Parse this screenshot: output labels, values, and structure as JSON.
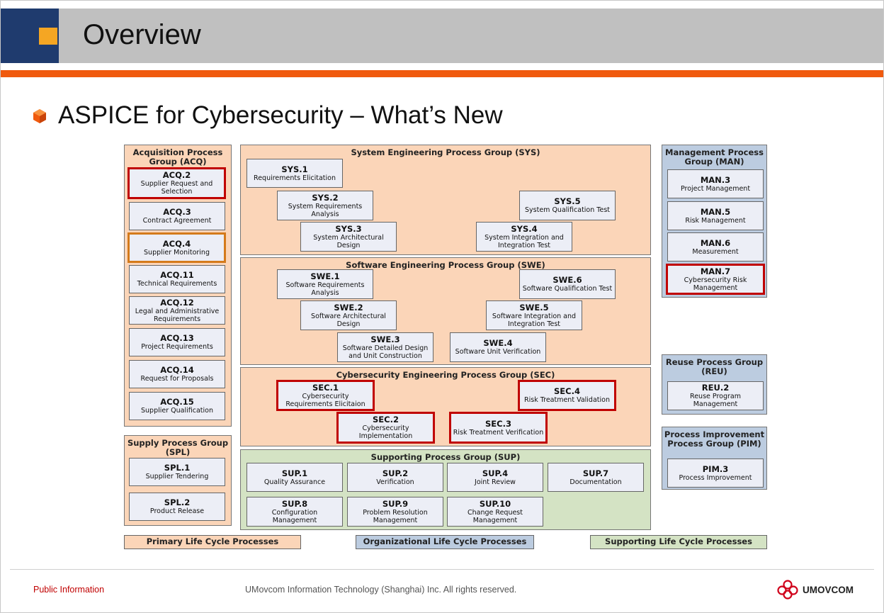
{
  "header": {
    "title": "Overview"
  },
  "subtitle": "ASPICE for Cybersecurity – What’s New",
  "groups": {
    "acq": {
      "title": "Acquisition Process Group (ACQ)",
      "items": [
        {
          "code": "ACQ.2",
          "name": "Supplier Request and Selection"
        },
        {
          "code": "ACQ.3",
          "name": "Contract Agreement"
        },
        {
          "code": "ACQ.4",
          "name": "Supplier Monitoring"
        },
        {
          "code": "ACQ.11",
          "name": "Technical Requirements"
        },
        {
          "code": "ACQ.12",
          "name": "Legal and Administrative Requirements"
        },
        {
          "code": "ACQ.13",
          "name": "Project Requirements"
        },
        {
          "code": "ACQ.14",
          "name": "Request for Proposals"
        },
        {
          "code": "ACQ.15",
          "name": "Supplier Qualification"
        }
      ]
    },
    "spl": {
      "title": "Supply Process Group (SPL)",
      "items": [
        {
          "code": "SPL.1",
          "name": "Supplier Tendering"
        },
        {
          "code": "SPL.2",
          "name": "Product Release"
        }
      ]
    },
    "sys": {
      "title": "System Engineering Process Group (SYS)",
      "items": [
        {
          "code": "SYS.1",
          "name": "Requirements Elicitation"
        },
        {
          "code": "SYS.2",
          "name": "System Requirements Analysis"
        },
        {
          "code": "SYS.3",
          "name": "System Architectural Design"
        },
        {
          "code": "SYS.4",
          "name": "System Integration and Integration Test"
        },
        {
          "code": "SYS.5",
          "name": "System Qualification Test"
        }
      ]
    },
    "swe": {
      "title": "Software Engineering Process Group (SWE)",
      "items": [
        {
          "code": "SWE.1",
          "name": "Software Requirements Analysis"
        },
        {
          "code": "SWE.2",
          "name": "Software Architectural Design"
        },
        {
          "code": "SWE.3",
          "name": "Software Detailed Design and Unit Construction"
        },
        {
          "code": "SWE.4",
          "name": "Software Unit Verification"
        },
        {
          "code": "SWE.5",
          "name": "Software Integration and Integration Test"
        },
        {
          "code": "SWE.6",
          "name": "Software Qualification Test"
        }
      ]
    },
    "sec": {
      "title": "Cybersecurity Engineering Process Group (SEC)",
      "items": [
        {
          "code": "SEC.1",
          "name": "Cybersecurity Requirements Elicitaion"
        },
        {
          "code": "SEC.2",
          "name": "Cybersecurity Implementation"
        },
        {
          "code": "SEC.3",
          "name": "Risk Treatment Verification"
        },
        {
          "code": "SEC.4",
          "name": "Risk Treatment Validation"
        }
      ]
    },
    "sup": {
      "title": "Supporting Process Group (SUP)",
      "items": [
        {
          "code": "SUP.1",
          "name": "Quality Assurance"
        },
        {
          "code": "SUP.2",
          "name": "Verification"
        },
        {
          "code": "SUP.4",
          "name": "Joint Review"
        },
        {
          "code": "SUP.7",
          "name": "Documentation"
        },
        {
          "code": "SUP.8",
          "name": "Configuration Management"
        },
        {
          "code": "SUP.9",
          "name": "Problem Resolution Management"
        },
        {
          "code": "SUP.10",
          "name": "Change Request Management"
        }
      ]
    },
    "man": {
      "title": "Management Process Group (MAN)",
      "items": [
        {
          "code": "MAN.3",
          "name": "Project Management"
        },
        {
          "code": "MAN.5",
          "name": "Risk Management"
        },
        {
          "code": "MAN.6",
          "name": "Measurement"
        },
        {
          "code": "MAN.7",
          "name": "Cybersecurity Risk Management"
        }
      ]
    },
    "reu": {
      "title": "Reuse Process Group (REU)",
      "items": [
        {
          "code": "REU.2",
          "name": "Reuse Program Management"
        }
      ]
    },
    "pim": {
      "title": "Process Improvement Process Group (PIM)",
      "items": [
        {
          "code": "PIM.3",
          "name": "Process Improvement"
        }
      ]
    }
  },
  "legend": {
    "primary": "Primary Life Cycle Processes",
    "organizational": "Organizational Life Cycle Processes",
    "supporting": "Supporting Life Cycle Processes"
  },
  "colors": {
    "primary_bg": "#fbd5b8",
    "organizational_bg": "#bccce0",
    "supporting_bg": "#d4e3c4",
    "new_highlight": "#c00000",
    "changed_highlight": "#d47a1b",
    "header_blue": "#1f3b6e",
    "header_accent": "#f05a0e"
  },
  "footer": {
    "classification": "Public Information",
    "copyright": "UMovcom Information Technology (Shanghai) Inc. All rights reserved.",
    "logo_text": "UMOVCOM"
  }
}
